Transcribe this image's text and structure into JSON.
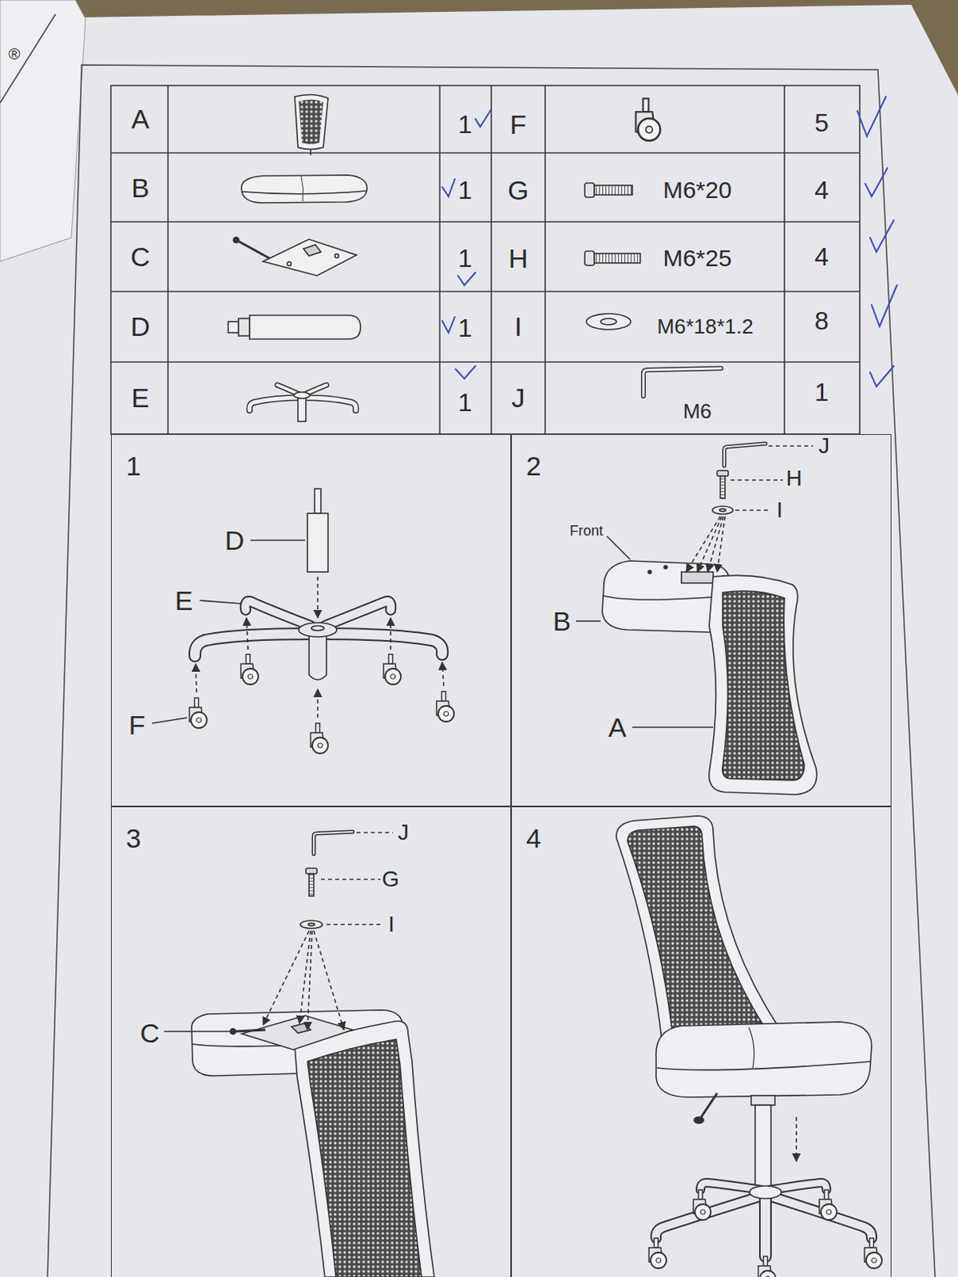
{
  "diagram": {
    "nodes": [
      {
        "text": [
          "1"
        ]
      },
      {
        "text": [
          "2"
        ]
      },
      {
        "text": [
          "3"
        ]
      },
      {
        "text": [
          "4"
        ]
      }
    ],
    "labels": [
      "®",
      "A",
      "1",
      "F",
      "5",
      "B",
      "1",
      "G",
      "M6*20",
      "4",
      "C",
      "1",
      "H",
      "M6*25",
      "4",
      "D",
      "1",
      "I",
      "M6*18*1.2",
      "8",
      "E",
      "1",
      "J",
      "M6",
      "1",
      "D",
      "E",
      "F",
      "J",
      "H",
      "I",
      "Front",
      "B",
      "A",
      "J",
      "G",
      "I",
      "C"
    ]
  }
}
